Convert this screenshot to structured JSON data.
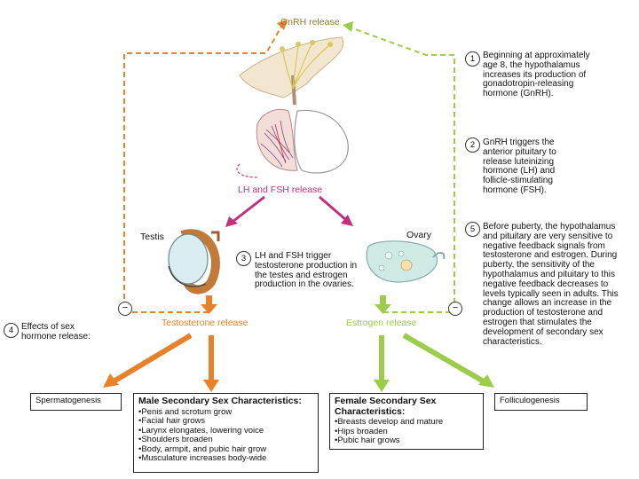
{
  "labels": {
    "gnrh_release": "GnRH release",
    "lh_fsh_release": "LH and FSH release",
    "testis": "Testis",
    "ovary": "Ovary",
    "testosterone_release": "Testosterone release",
    "estrogen_release": "Estrogen release",
    "effects": "Effects of sex hormone release:"
  },
  "steps": [
    {
      "number": "1",
      "text": "Beginning at approximately age 8, the hypothalamus increases its production of gonadotropin-releasing hormone (GnRH)."
    },
    {
      "number": "2",
      "text": "GnRH triggers the anterior pituitary to release luteinizing hormone (LH) and follicle-stimulating hormone (FSH)."
    },
    {
      "number": "3",
      "text": "LH and FSH trigger testosterone production in the testes and estrogen production in the ovaries."
    },
    {
      "number": "4",
      "text": "Effects of sex hormone release:"
    },
    {
      "number": "5",
      "text": "Before puberty, the hypothalamus and pituitary are very sensitive to negative feedback signals from testosterone and estrogen. During puberty, the sensitivity of the hypothalamus and pituitary to this negative feedback decreases to levels typically seen in adults. This change allows an increase in the production of testosterone and estrogen that stimulates the development of secondary sex characteristics."
    }
  ],
  "feedback_symbol": "−",
  "outcomes": {
    "spermatogenesis": "Spermatogenesis",
    "folliculogenesis": "Folliculogenesis",
    "male": {
      "title": "Male Secondary Sex Characteristics:",
      "items": [
        "Penis and scrotum grow",
        "Facial hair grows",
        "Larynx elongates, lowering voice",
        "Shoulders broaden",
        "Body, armpit, and pubic hair grow",
        "Musculature increases body-wide"
      ]
    },
    "female": {
      "title": "Female Secondary Sex Characteristics:",
      "items": [
        "Breasts develop and mature",
        "Hips broaden",
        "Pubic hair grows"
      ]
    }
  },
  "colors": {
    "male": "#e8822a",
    "female": "#9ccc4a",
    "pituitary": "#c2307a",
    "feedback_male": "#e8822a",
    "feedback_female": "#9ccc4a"
  }
}
